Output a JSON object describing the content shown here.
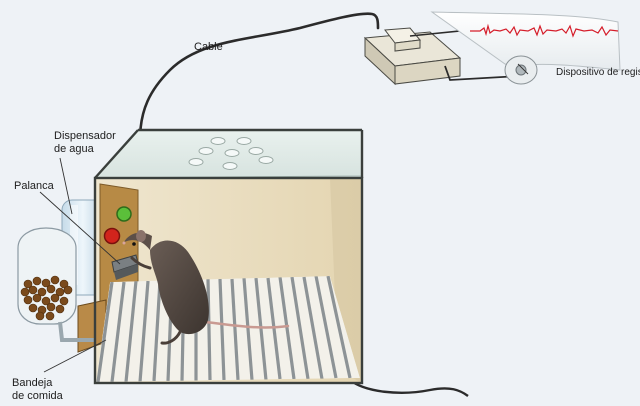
{
  "labels": {
    "cable": "Cable",
    "dispositivo": "Dispositivo de registro",
    "dispensador_line1": "Dispensador",
    "dispensador_line2": "de agua",
    "palanca": "Palanca",
    "bandeja_line1": "Bandeja",
    "bandeja_line2": "de comida"
  },
  "colors": {
    "background": "#eef2f6",
    "box_glass": "#dfe9e6",
    "box_frame": "#3a3f3c",
    "back_wall": "#e8dcc0",
    "panel": "#b78a45",
    "floor_bars": "#9aa0a2",
    "light_green": "#5bbf3a",
    "light_red": "#d2241c",
    "trace_red": "#d51d2a",
    "food_pellets": "#7a4a1c"
  },
  "icons": [
    "rat-icon",
    "lever-icon",
    "green-light-icon",
    "red-light-icon",
    "water-bottle-icon",
    "food-dispenser-icon",
    "recorder-icon",
    "paper-roll-icon"
  ]
}
